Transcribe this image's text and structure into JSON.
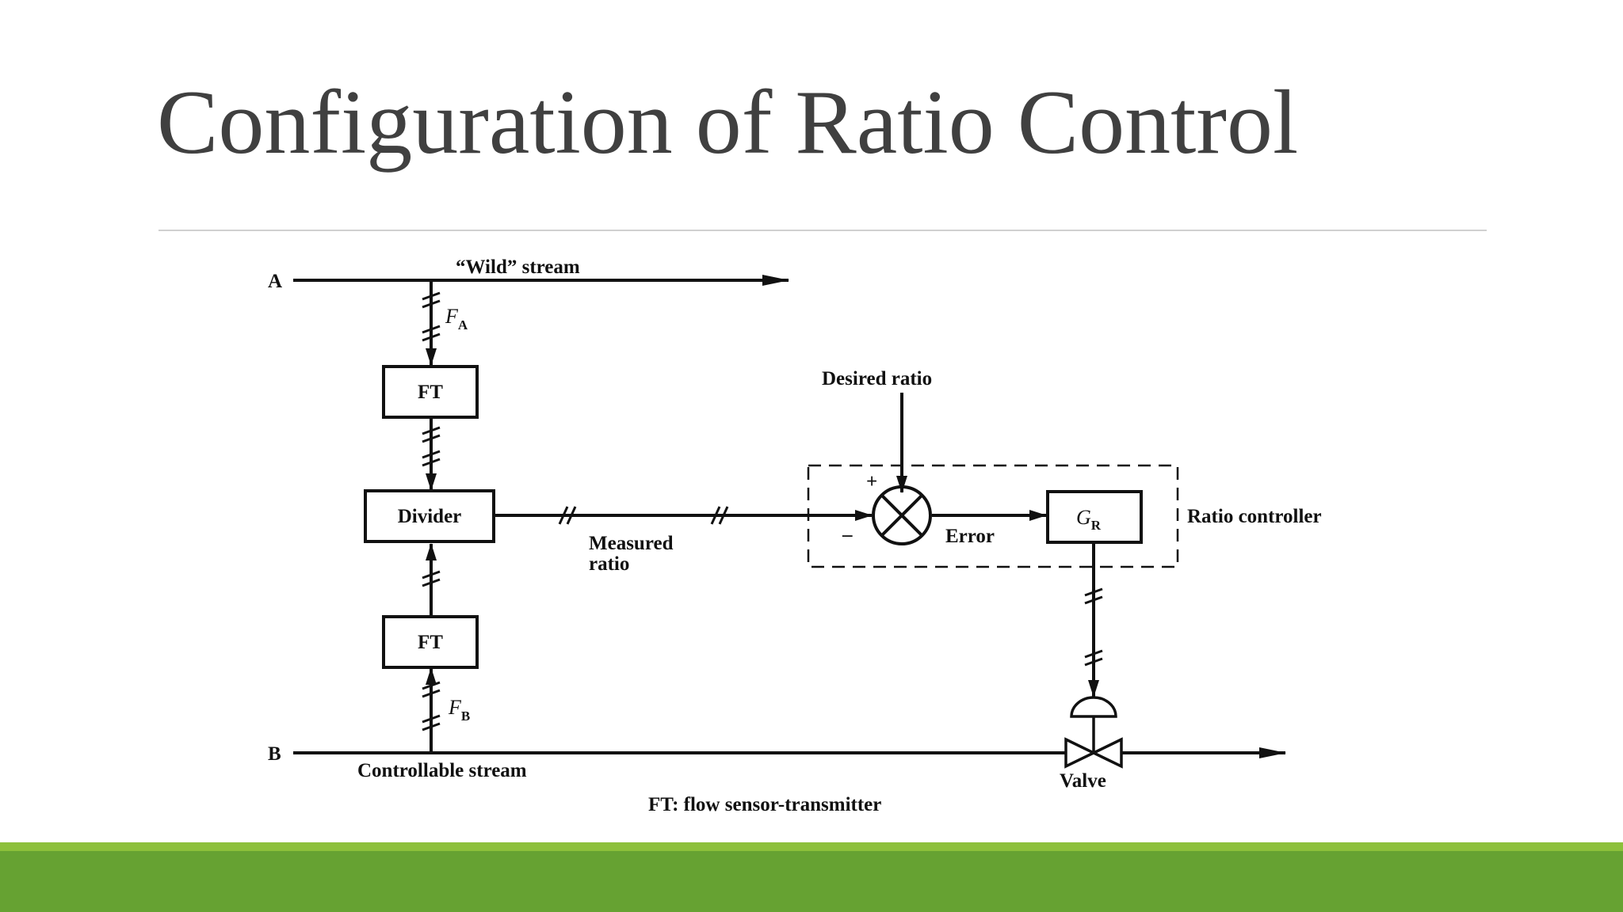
{
  "title": "Configuration of Ratio Control",
  "diagram": {
    "stream_a_label": "A",
    "stream_b_label": "B",
    "wild_stream": "“Wild” stream",
    "controllable_stream": "Controllable stream",
    "fa_symbol": "F",
    "fa_subscript": "A",
    "fb_symbol": "F",
    "fb_subscript": "B",
    "ft_top": "FT",
    "ft_bottom": "FT",
    "divider": "Divider",
    "measured_ratio_line1": "Measured",
    "measured_ratio_line2": "ratio",
    "desired_ratio": "Desired ratio",
    "plus_sign": "+",
    "minus_sign": "–",
    "error": "Error",
    "controller_symbol": "G",
    "controller_subscript": "R",
    "ratio_controller": "Ratio controller",
    "valve": "Valve",
    "legend": "FT:  flow sensor-transmitter"
  },
  "colors": {
    "title": "#404040",
    "footer_light": "#8cc03a",
    "footer_dark": "#66a232"
  }
}
